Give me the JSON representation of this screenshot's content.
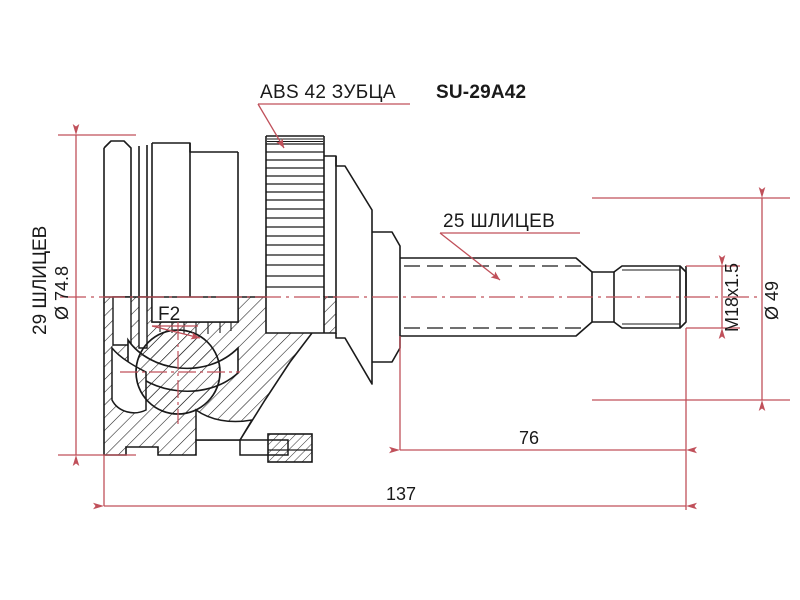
{
  "drawing": {
    "type": "technical-engineering-drawing",
    "subject": "CV joint / outer constant velocity joint with ABS tone ring",
    "part_number": "SU-29A42",
    "background_color": "#ffffff",
    "line_color": "#1a1a1a",
    "dimension_color": "#c0505a",
    "annotations": {
      "abs_ring": "ABS 42 ЗУБЦА",
      "part_number": "SU-29A42",
      "shaft_splines": "25 ШЛИЦЕВ",
      "joint_splines": "29 ШЛИЦЕВ",
      "outer_diameter": "Ø 74.8",
      "thread": "M18x1.5",
      "shaft_diameter": "Ø 49",
      "callout_f2": "F2"
    },
    "dimensions": {
      "overall_length": "137",
      "shaft_length": "76",
      "outer_diameter": "Ø 74.8",
      "shaft_diameter": "Ø 49",
      "thread_spec": "M18x1.5",
      "abs_teeth": "ABS 42 ЗУБЦА",
      "inner_splines": "29 ШЛИЦЕВ",
      "outer_splines": "25 ШЛИЦЕВ"
    }
  }
}
